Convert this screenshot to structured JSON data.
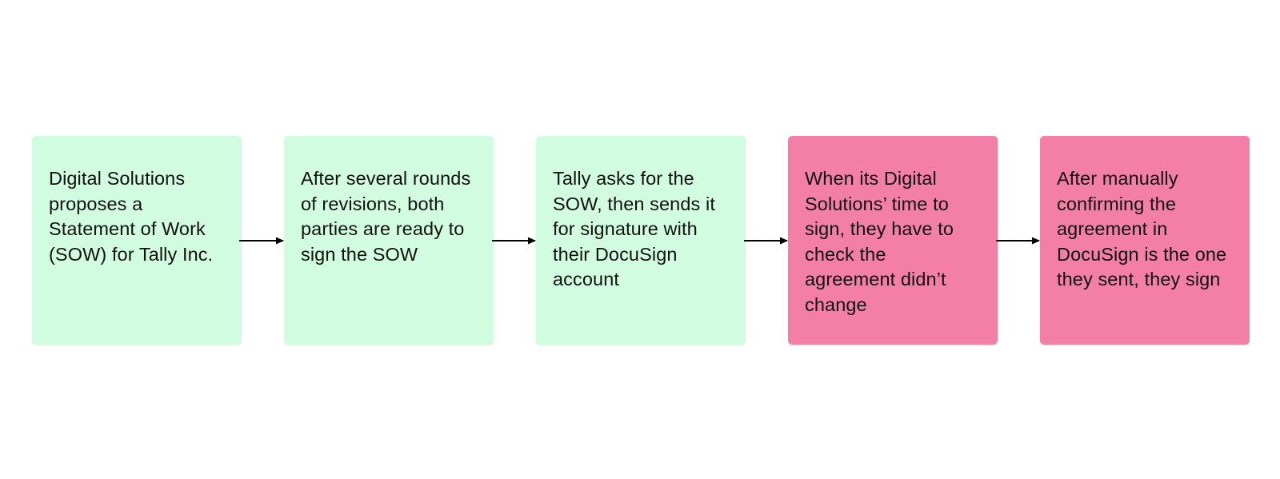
{
  "steps": [
    {
      "text": "Digital Solutions proposes a Statement of Work (SOW) for Tally Inc.",
      "color": "#d1fcdf"
    },
    {
      "text": "After several rounds of revisions, both parties are ready to sign the SOW",
      "color": "#d1fcdf"
    },
    {
      "text": "Tally asks for the SOW, then sends it for signature with their DocuSign account",
      "color": "#d1fcdf"
    },
    {
      "text": "When its Digital Solutions’ time to sign, they have to check the agreement didn’t change",
      "color": "#f47fa6"
    },
    {
      "text": "After manually confirming the agreement in DocuSign is the one they sent, they sign",
      "color": "#f47fa6"
    }
  ],
  "colors": {
    "green_step": "#d1fcdf",
    "pink_step": "#f47fa6",
    "arrow": "#000000"
  }
}
